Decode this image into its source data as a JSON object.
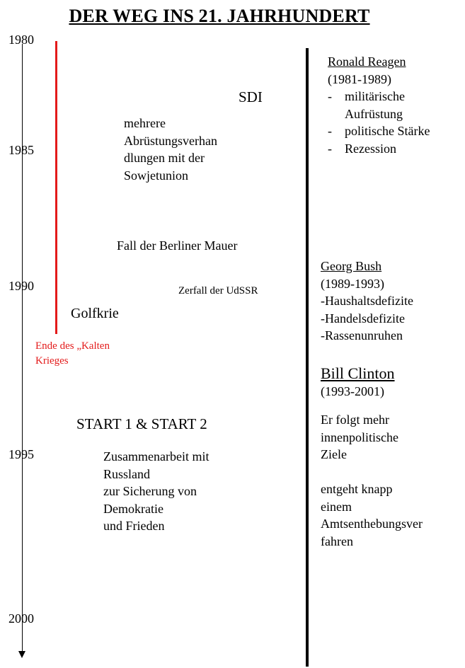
{
  "title": "DER WEG INS 21. JAHRHUNDERT",
  "years": [
    "1980",
    "1985",
    "1990",
    "1995",
    "2000"
  ],
  "events": {
    "sdi": "SDI",
    "abruestung": [
      "mehrere",
      "Abrüstungsverhan",
      "dlungen mit der",
      "Sowjetunion"
    ],
    "mauer": "Fall der Berliner Mauer",
    "udssr": "Zerfall der UdSSR",
    "golf": "Golfkrie",
    "kalter_krieg": [
      "Ende des „Kalten",
      "Krieges"
    ],
    "start": "START 1 & START 2",
    "russland": [
      "Zusammenarbeit mit",
      "Russland",
      "zur Sicherung von",
      "Demokratie",
      "und Frieden"
    ]
  },
  "presidents": {
    "reagan": {
      "name": "Ronald Reagen",
      "term": "(1981-1989)",
      "points": [
        {
          "dash": "-",
          "text": "militärische"
        },
        {
          "dash": "",
          "text": "Aufrüstung"
        },
        {
          "dash": "-",
          "text": "politische Stärke"
        },
        {
          "dash": "-",
          "text": "Rezession"
        }
      ]
    },
    "bush": {
      "name": "Georg Bush",
      "term": "(1989-1993)",
      "points": [
        "-Haushaltsdefizite",
        "-Handelsdefizite",
        "-Rassenunruhen"
      ]
    },
    "clinton": {
      "name": "Bill Clinton",
      "term": "(1993-2001)",
      "points": [
        "Er folgt mehr",
        "innenpolitische",
        "Ziele",
        "",
        "entgeht knapp",
        "einem",
        "Amtsenthebungsver",
        "fahren"
      ]
    }
  },
  "colors": {
    "accent": "#e31a1a",
    "text": "#000000"
  }
}
